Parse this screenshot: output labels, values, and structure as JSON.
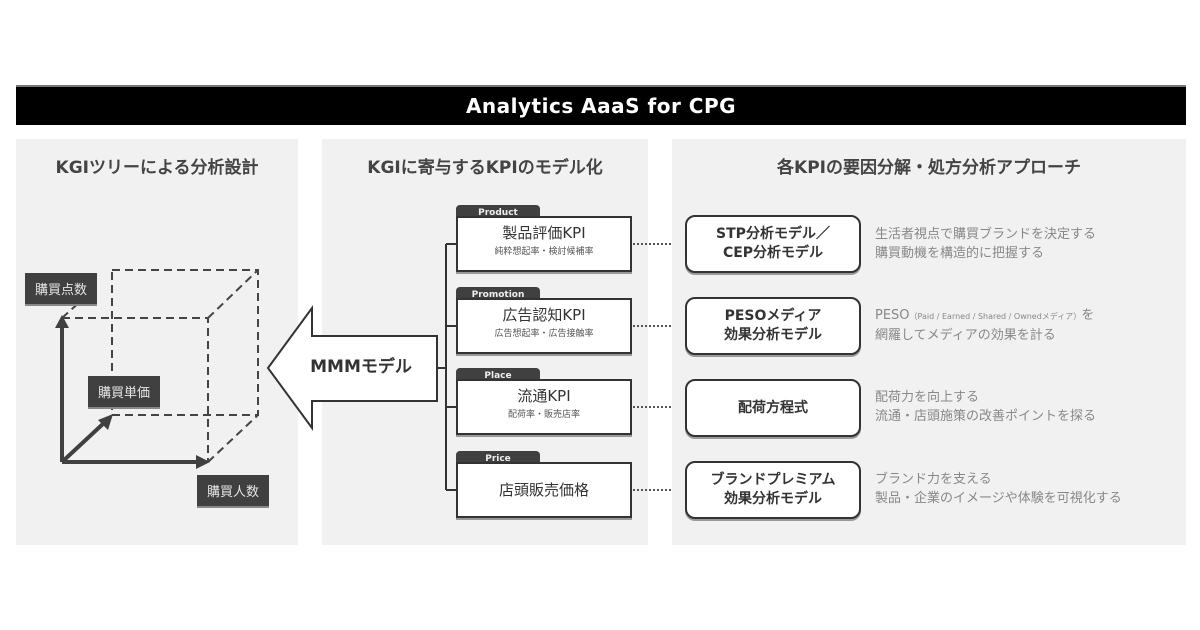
{
  "title": "Analytics AaaS for CPG",
  "columns": {
    "left": {
      "heading": "KGIツリーによる分析設計",
      "dimensions": {
        "points": "購買点数",
        "unit_price": "購買単価",
        "buyers": "購買人数"
      }
    },
    "middle": {
      "heading": "KGIに寄与するKPIのモデル化",
      "model_label": "MMMモデル",
      "kpis": [
        {
          "tag": "Product",
          "title": "製品評価KPI",
          "sub": "純粋想起率・検討候補率"
        },
        {
          "tag": "Promotion",
          "title": "広告認知KPI",
          "sub": "広告想起率・広告接触率"
        },
        {
          "tag": "Place",
          "title": "流通KPI",
          "sub": "配荷率・販売店率"
        },
        {
          "tag": "Price",
          "title": "店頭販売価格",
          "sub": ""
        }
      ]
    },
    "right": {
      "heading": "各KPIの要因分解・処方分析アプローチ",
      "models": [
        {
          "line1": "STP分析モデル／",
          "line2": "CEP分析モデル",
          "desc1": "生活者視点で購買ブランドを決定する",
          "desc2": "購買動機を構造的に把握する"
        },
        {
          "line1": "PESOメディア",
          "line2": "効果分析モデル",
          "desc1_prefix": "PESO",
          "desc1_small": "（Paid / Earned / Shared / Ownedメディア）",
          "desc1_suffix": "を",
          "desc2": "網羅してメディアの効果を計る"
        },
        {
          "line1": "配荷方程式",
          "line2": "",
          "desc1": "配荷力を向上する",
          "desc2": "流通・店頭施策の改善ポイントを探る"
        },
        {
          "line1": "ブランドプレミアム",
          "line2": "効果分析モデル",
          "desc1": "ブランド力を支える",
          "desc2": "製品・企業のイメージや体験を可視化する"
        }
      ]
    }
  },
  "colors": {
    "title_bg": "#000000",
    "panel_bg": "#f1f1f1",
    "tag_bg": "#404040",
    "line": "#333333",
    "desc_text": "#888888"
  }
}
